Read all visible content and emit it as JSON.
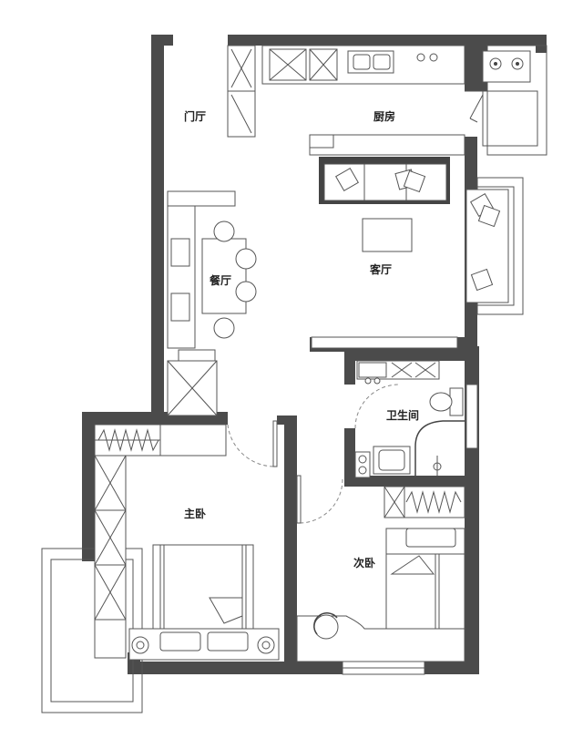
{
  "rooms": {
    "entrance": "门厅",
    "kitchen": "厨房",
    "dining": "餐厅",
    "living": "客厅",
    "bathroom": "卫生间",
    "master_bedroom": "主卧",
    "second_bedroom": "次卧"
  },
  "colors": {
    "wall": "#4b4b4b",
    "line": "#555555",
    "background": "#ffffff"
  }
}
